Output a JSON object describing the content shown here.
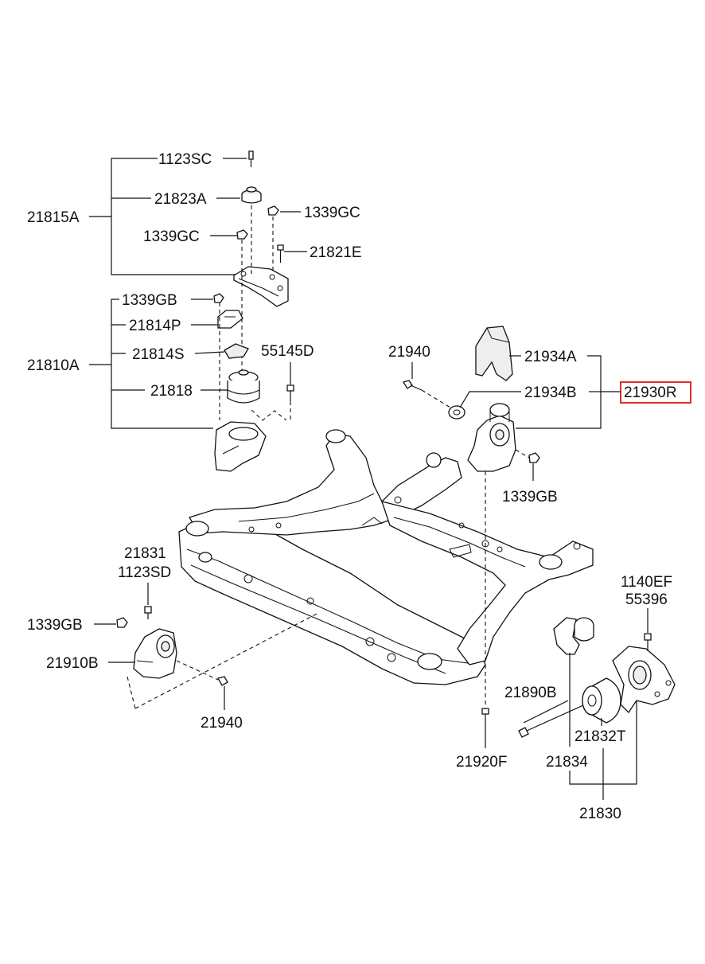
{
  "diagram": {
    "labels": {
      "l1123SC": "1123SC",
      "l21823A": "21823A",
      "l21815A": "21815A",
      "l1339GC_r": "1339GC",
      "l1339GC_l": "1339GC",
      "l21821E": "21821E",
      "l1339GB_t": "1339GB",
      "l21814P": "21814P",
      "l21814S": "21814S",
      "l55145D": "55145D",
      "l21810A": "21810A",
      "l21818": "21818",
      "l21940_t": "21940",
      "l21934A": "21934A",
      "l21934B": "21934B",
      "l21930R": "21930R",
      "l1339GB_r": "1339GB",
      "l21831": "21831",
      "l1123SD": "1123SD",
      "l1339GB_l": "1339GB",
      "l21910B": "21910B",
      "l21940_b": "21940",
      "l1140EF": "1140EF",
      "l55396": "55396",
      "l21890B": "21890B",
      "l21832T": "21832T",
      "l21920F": "21920F",
      "l21834": "21834",
      "l21830": "21830"
    },
    "highlight_color": "#d61a1a"
  }
}
